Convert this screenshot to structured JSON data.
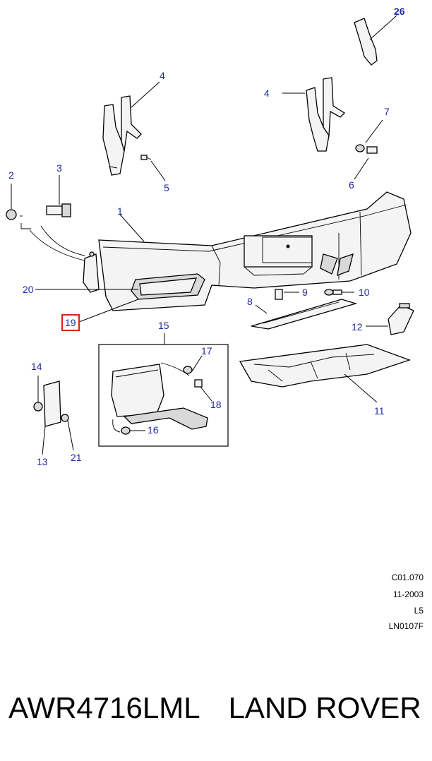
{
  "callouts": {
    "c1": "1",
    "c2": "2",
    "c3": "3",
    "c4a": "4",
    "c4b": "4",
    "c5": "5",
    "c6": "6",
    "c7": "7",
    "c8": "8",
    "c9": "9",
    "c10": "10",
    "c11": "11",
    "c12": "12",
    "c13": "13",
    "c14": "14",
    "c15": "15",
    "c16": "16",
    "c17": "17",
    "c18": "18",
    "c19": "19",
    "c20": "20",
    "c21": "21",
    "c26": "26"
  },
  "highlighted_callout": "19",
  "colors": {
    "callout_text": "#1f2a9e",
    "highlight_box": "#e0201b"
  },
  "reference": {
    "code": "C01.070",
    "date": "11-2003",
    "level": "L5",
    "illustration_id": "LN0107F"
  },
  "footer": {
    "part_number": "AWR4716LML",
    "brand": "LAND ROVER"
  }
}
